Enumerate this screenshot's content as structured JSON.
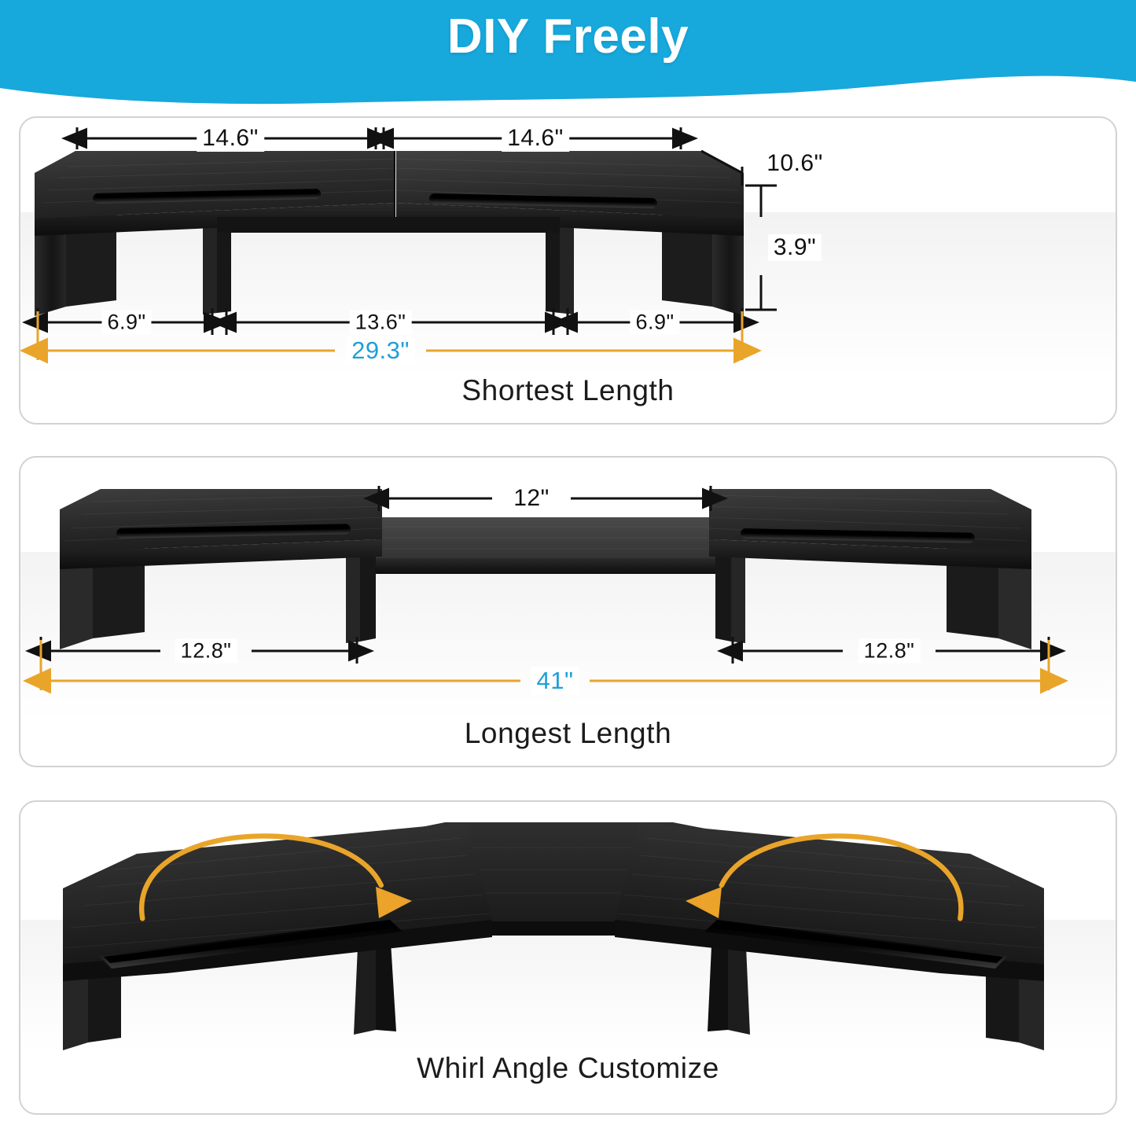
{
  "header": {
    "title": "DIY Freely",
    "background_color": "#17a8dc",
    "text_color": "#ffffff"
  },
  "colors": {
    "accent_blue": "#17a8dc",
    "dimension_blue": "#1f9fd8",
    "accent_orange": "#e9a52a",
    "arrow_black": "#111111",
    "panel_border": "#d2d2d2",
    "product_dark": "#232323"
  },
  "panels": [
    {
      "id": "shortest-length",
      "caption": "Shortest Length",
      "dimensions": {
        "top_left": "14.6\"",
        "top_right": "14.6\"",
        "depth": "10.6\"",
        "height": "3.9\"",
        "bottom_left": "6.9\"",
        "bottom_center": "13.6\"",
        "bottom_right": "6.9\"",
        "total": "29.3\""
      }
    },
    {
      "id": "longest-length",
      "caption": "Longest Length",
      "dimensions": {
        "center_bridge": "12\"",
        "bottom_left": "12.8\"",
        "bottom_right": "12.8\"",
        "total": "41\""
      }
    },
    {
      "id": "whirl-angle-customize",
      "caption": "Whirl Angle Customize",
      "annotations": {
        "left_rotation": "rotate-arrow-clockwise",
        "right_rotation": "rotate-arrow-counterclockwise"
      }
    }
  ]
}
